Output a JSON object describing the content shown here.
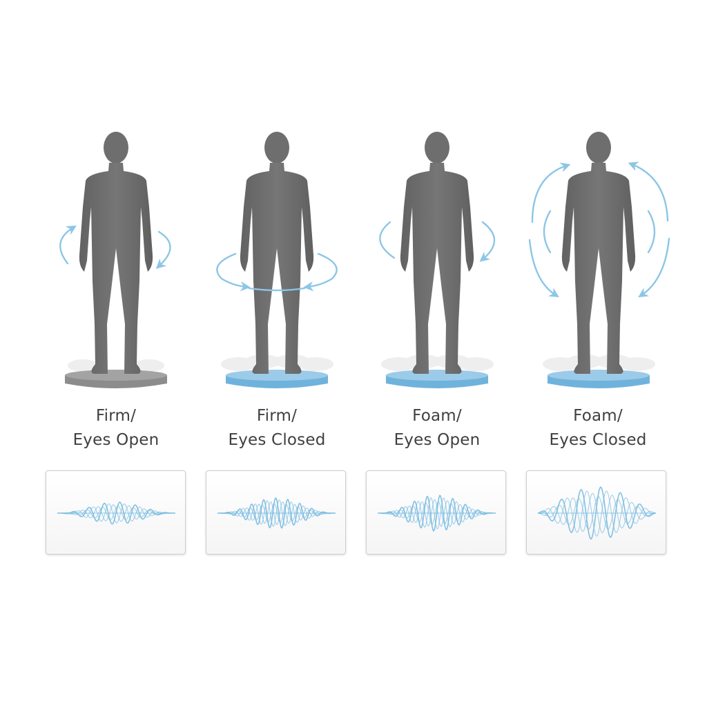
{
  "conditions": [
    {
      "id": "firm-eyes-open",
      "line1": "Firm/",
      "line2": "Eyes Open",
      "surface": "firm",
      "sway_level": 1,
      "platform_color": "#8c8c8c",
      "platform_top_color": "#a3a3a3"
    },
    {
      "id": "firm-eyes-closed",
      "line1": "Firm/",
      "line2": "Eyes Closed",
      "surface": "firm",
      "sway_level": 2,
      "platform_color": "#6fb3dc",
      "platform_top_color": "#9bcbe9"
    },
    {
      "id": "foam-eyes-open",
      "line1": "Foam/",
      "line2": "Eyes Open",
      "surface": "foam",
      "sway_level": 3,
      "platform_color": "#6fb3dc",
      "platform_top_color": "#9bcbe9"
    },
    {
      "id": "foam-eyes-closed",
      "line1": "Foam/",
      "line2": "Eyes Closed",
      "surface": "foam",
      "sway_level": 4,
      "platform_color": "#6fb3dc",
      "platform_top_color": "#9bcbe9"
    }
  ],
  "colors": {
    "figure": "#6e6e6e",
    "arrow": "#8cc6e6",
    "wave": "#7cbde2",
    "text": "#3f3f3f"
  },
  "icons": [
    "human-figure-icon",
    "sway-arrow-icon",
    "balance-platform-icon",
    "sway-waveform-icon"
  ]
}
